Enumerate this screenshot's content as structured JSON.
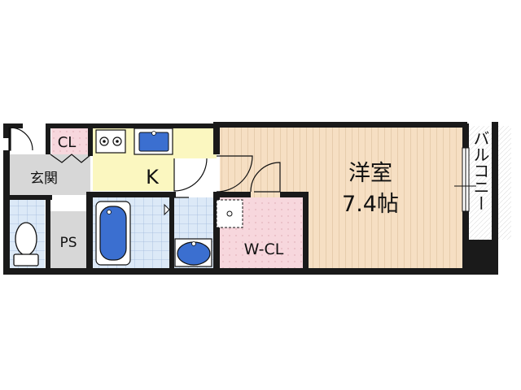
{
  "floorplan": {
    "rooms": {
      "western_room": {
        "label": "洋室",
        "size": "7.4帖"
      },
      "kitchen": {
        "label": "K"
      },
      "entrance": {
        "label": "玄関"
      },
      "closet": {
        "label": "CL"
      },
      "pipe_space": {
        "label": "PS"
      },
      "walk_in_closet": {
        "label": "W-CL"
      },
      "balcony": {
        "label": "バルコニー"
      }
    },
    "colors": {
      "wall": "#1a1a1a",
      "western_room_floor": "#f6dfc3",
      "western_room_lines": "#c9a883",
      "kitchen_floor": "#fbf7c0",
      "closet_floor": "#f7d7dd",
      "tile_floor": "#dce9f7",
      "tile_lines": "#9fb8db",
      "entrance_floor": "#d7d7d7",
      "fixture_blue": "#3b6fd0",
      "balcony_floor": "#ffffff"
    }
  }
}
